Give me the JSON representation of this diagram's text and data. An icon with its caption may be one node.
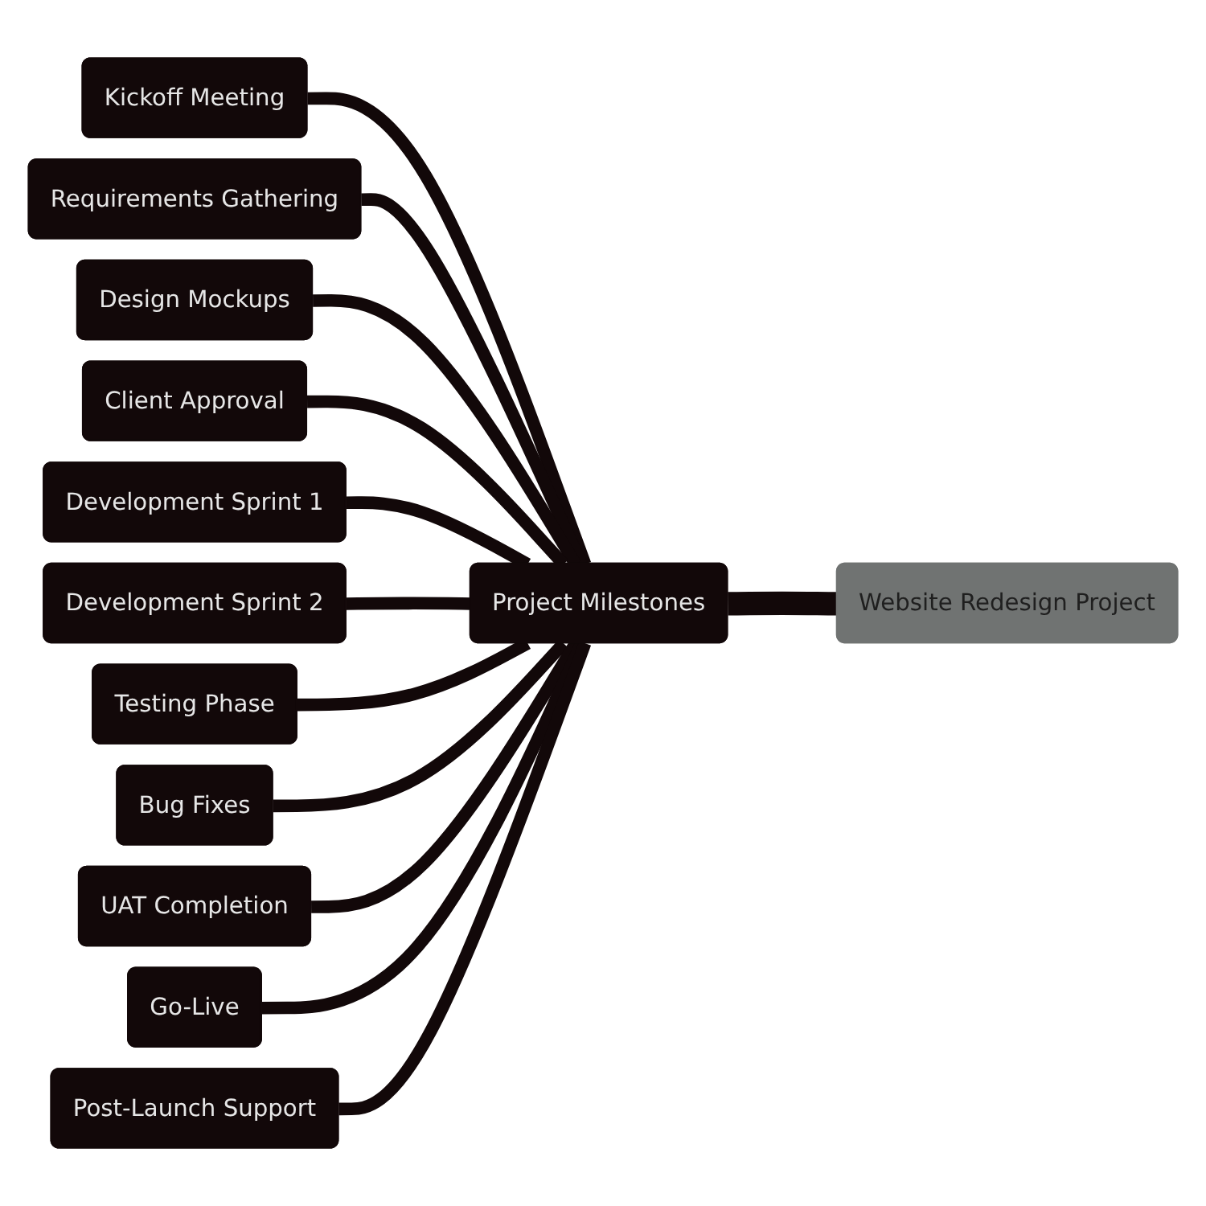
{
  "diagram": {
    "nodes": [
      {
        "text": [
          "Website Redesign Project"
        ]
      },
      {
        "text": [
          "Project Milestones"
        ]
      },
      {
        "text": [
          "Kickoff Meeting"
        ]
      },
      {
        "text": [
          "Requirements Gathering"
        ]
      },
      {
        "text": [
          "Design Mockups"
        ]
      },
      {
        "text": [
          "Client Approval"
        ]
      },
      {
        "text": [
          "Development Sprint 1"
        ]
      },
      {
        "text": [
          "Development Sprint 2"
        ]
      },
      {
        "text": [
          "Testing Phase"
        ]
      },
      {
        "text": [
          "Bug Fixes"
        ]
      },
      {
        "text": [
          "UAT Completion"
        ]
      },
      {
        "text": [
          "Go-Live"
        ]
      },
      {
        "text": [
          "Post-Launch Support"
        ]
      }
    ],
    "edges": [
      {
        "from": 0,
        "to": 1,
        "arrow": "none",
        "style": "thick"
      },
      {
        "from": 1,
        "to": 2,
        "arrow": "none"
      },
      {
        "from": 1,
        "to": 3,
        "arrow": "none"
      },
      {
        "from": 1,
        "to": 4,
        "arrow": "none"
      },
      {
        "from": 1,
        "to": 5,
        "arrow": "none"
      },
      {
        "from": 1,
        "to": 6,
        "arrow": "none"
      },
      {
        "from": 1,
        "to": 7,
        "arrow": "none"
      },
      {
        "from": 1,
        "to": 8,
        "arrow": "none"
      },
      {
        "from": 1,
        "to": 9,
        "arrow": "none"
      },
      {
        "from": 1,
        "to": 10,
        "arrow": "none"
      },
      {
        "from": 1,
        "to": 11,
        "arrow": "none"
      },
      {
        "from": 1,
        "to": 12,
        "arrow": "none"
      }
    ]
  }
}
